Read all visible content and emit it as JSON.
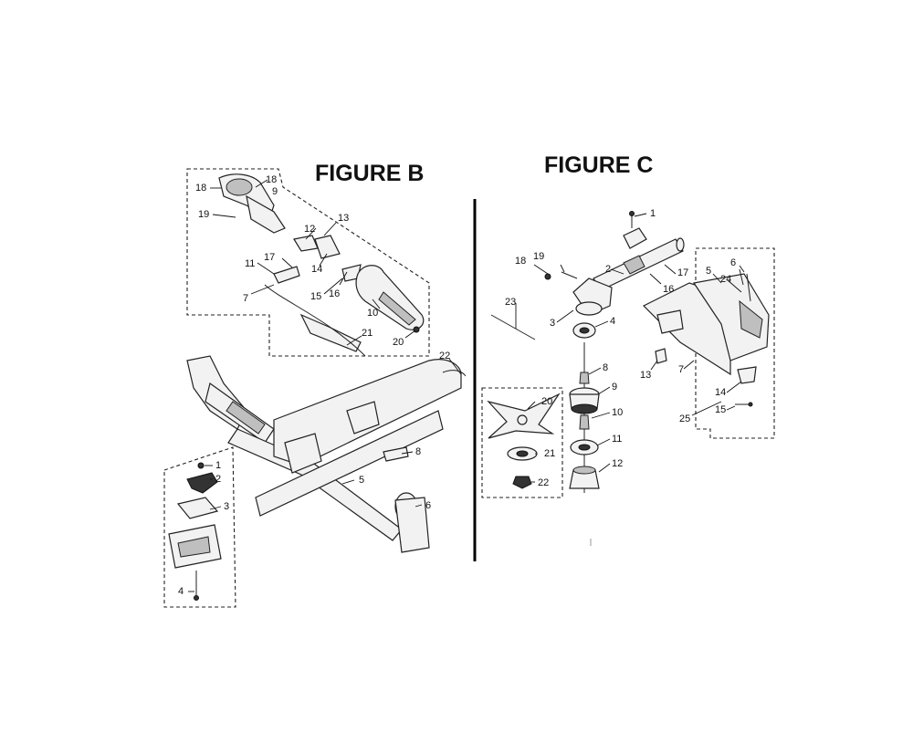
{
  "figures": {
    "b": {
      "title": "FIGURE B"
    },
    "c": {
      "title": "FIGURE C"
    }
  },
  "callouts_b": {
    "c1": "1",
    "c2": "2",
    "c3": "3",
    "c4": "4",
    "c5": "5",
    "c6": "6",
    "c7": "7",
    "c8": "8",
    "c9": "9",
    "c10": "10",
    "c11": "11",
    "c12": "12",
    "c13": "13",
    "c14": "14",
    "c15": "15",
    "c16": "16",
    "c17": "17",
    "c18a": "18",
    "c18b": "18",
    "c19": "19",
    "c20": "20",
    "c21": "21",
    "c22": "22"
  },
  "callouts_c": {
    "c1": "1",
    "c2": "2",
    "c3": "3",
    "c4": "4",
    "c5": "5",
    "c6": "6",
    "c7": "7",
    "c8": "8",
    "c9": "9",
    "c10": "10",
    "c11": "11",
    "c12": "12",
    "c13": "13",
    "c14": "14",
    "c15": "15",
    "c16": "16",
    "c17": "17",
    "c18": "18",
    "c19": "19",
    "c20": "20",
    "c21": "21",
    "c22": "22",
    "c23": "23",
    "c24": "24",
    "c25": "25"
  }
}
